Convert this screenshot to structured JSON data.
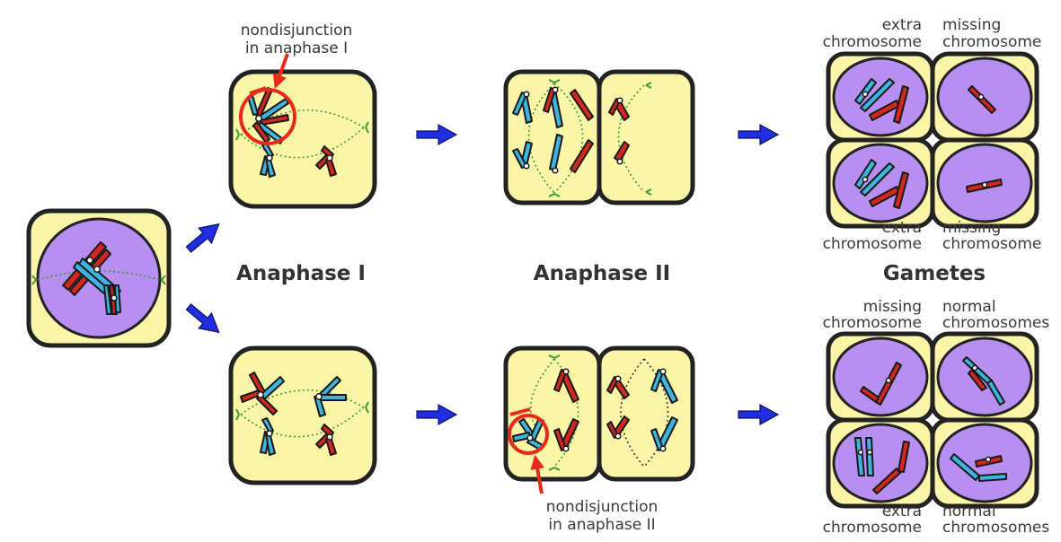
{
  "labels": {
    "nondisjunction_1": [
      "nondisjunction",
      "in anaphase I"
    ],
    "nondisjunction_2": [
      "nondisjunction",
      "in anaphase II"
    ],
    "anaphase_1": "Anaphase I",
    "anaphase_2": "Anaphase II",
    "gametes": "Gametes",
    "top_gametes": {
      "tl": [
        "extra",
        "chromosome"
      ],
      "tr": [
        "missing",
        "chromosome"
      ],
      "bl": [
        "extra",
        "chromosome"
      ],
      "br": [
        "missing",
        "chromosome"
      ]
    },
    "bottom_gametes": {
      "tl": [
        "missing",
        "chromosome"
      ],
      "tr": [
        "normal",
        "chromosomes"
      ],
      "bl": [
        "extra",
        "chromosome"
      ],
      "br": [
        "normal",
        "chromosomes"
      ]
    }
  },
  "colors": {
    "cell_fill": "#fbf5a8",
    "nucleus_fill": "#b68ff0",
    "chromosome_blue": "#3eb5e0",
    "chromosome_red": "#d2271f",
    "arrow": "#1f2ee0",
    "spindle": "#3a9a3a",
    "highlight": "#e82a1a"
  }
}
